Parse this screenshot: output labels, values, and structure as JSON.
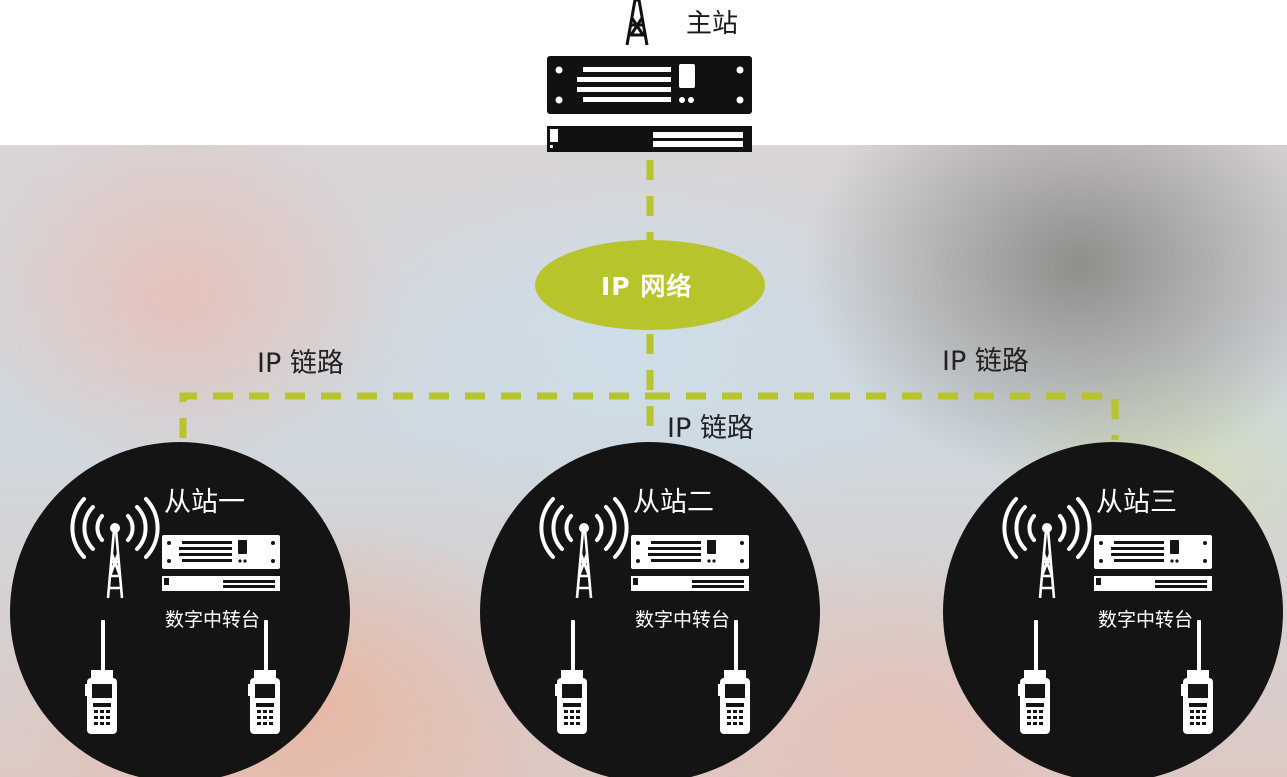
{
  "master": {
    "label": "主站"
  },
  "network": {
    "label": "IP 网络",
    "color": "#b7c42c"
  },
  "links": [
    "IP 链路",
    "IP 链路",
    "IP 链路"
  ],
  "stations": [
    {
      "name": "从站一",
      "repeater_label": "数字中转台"
    },
    {
      "name": "从站二",
      "repeater_label": "数字中转台"
    },
    {
      "name": "从站三",
      "repeater_label": "数字中转台"
    }
  ],
  "colors": {
    "link_line": "#b7c42c",
    "station_fill": "#141414",
    "device": "#111111"
  }
}
